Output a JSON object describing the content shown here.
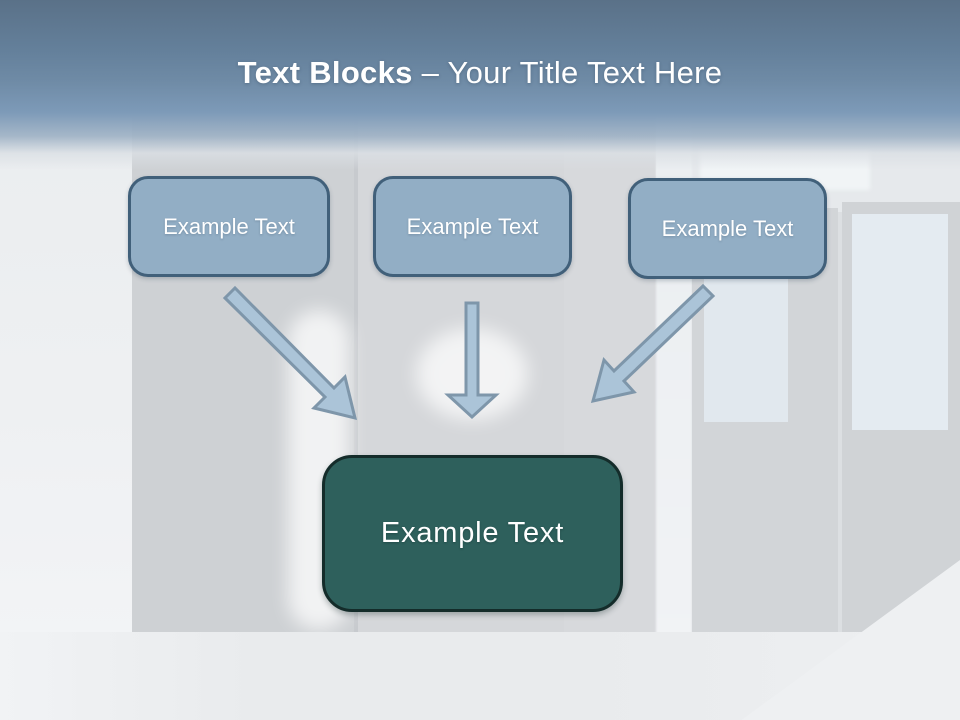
{
  "title": {
    "bold": "Text Blocks",
    "rest": " – Your Title Text Here"
  },
  "blocks": [
    {
      "label": "Example Text"
    },
    {
      "label": "Example Text"
    },
    {
      "label": "Example Text"
    }
  ],
  "result_block": {
    "label": "Example Text"
  },
  "arrows": [
    {
      "name": "arrow-diagonal-down-right"
    },
    {
      "name": "arrow-straight-down"
    },
    {
      "name": "arrow-diagonal-down-left"
    }
  ],
  "colors": {
    "header_gradient_top": "#5a7188",
    "header_gradient_bottom": "#7d9ab8",
    "block_fill": "#92aec5",
    "block_border": "#41607a",
    "arrow_fill": "#abc4d8",
    "arrow_border": "#7e96aa",
    "result_fill": "#2e605c",
    "result_border": "#142c2a",
    "title_text": "#ffffff",
    "block_text": "#ffffff"
  }
}
